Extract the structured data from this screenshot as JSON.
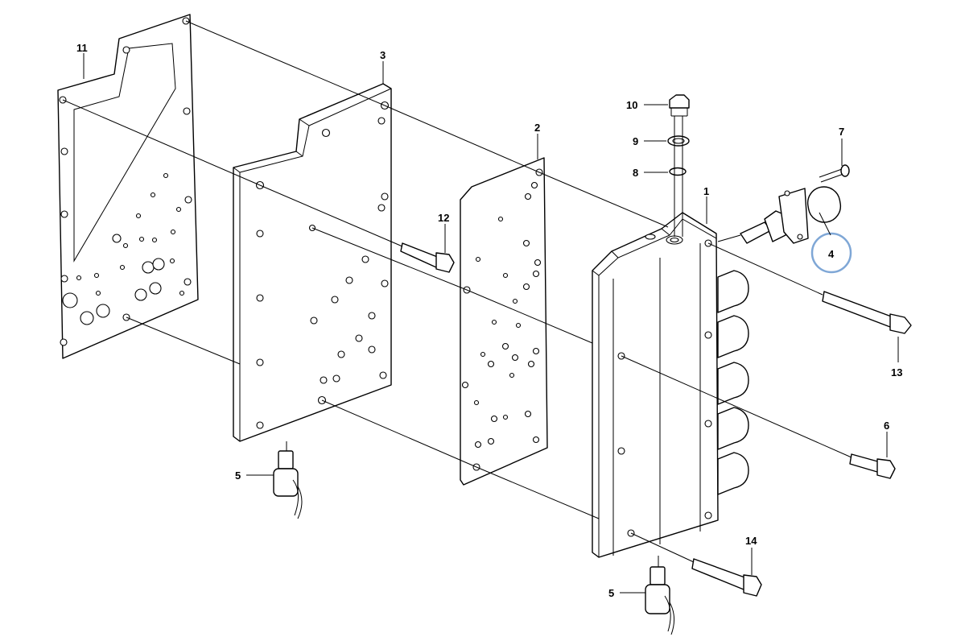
{
  "diagram": {
    "highlight_color": "#7fa7d6",
    "labels": {
      "p1": "1",
      "p2": "2",
      "p3": "3",
      "p4": "4",
      "p5a": "5",
      "p5b": "5",
      "p6": "6",
      "p7": "7",
      "p8": "8",
      "p9": "9",
      "p10": "10",
      "p11": "11",
      "p12": "12",
      "p13": "13",
      "p14": "14"
    },
    "highlighted_part": "4"
  }
}
